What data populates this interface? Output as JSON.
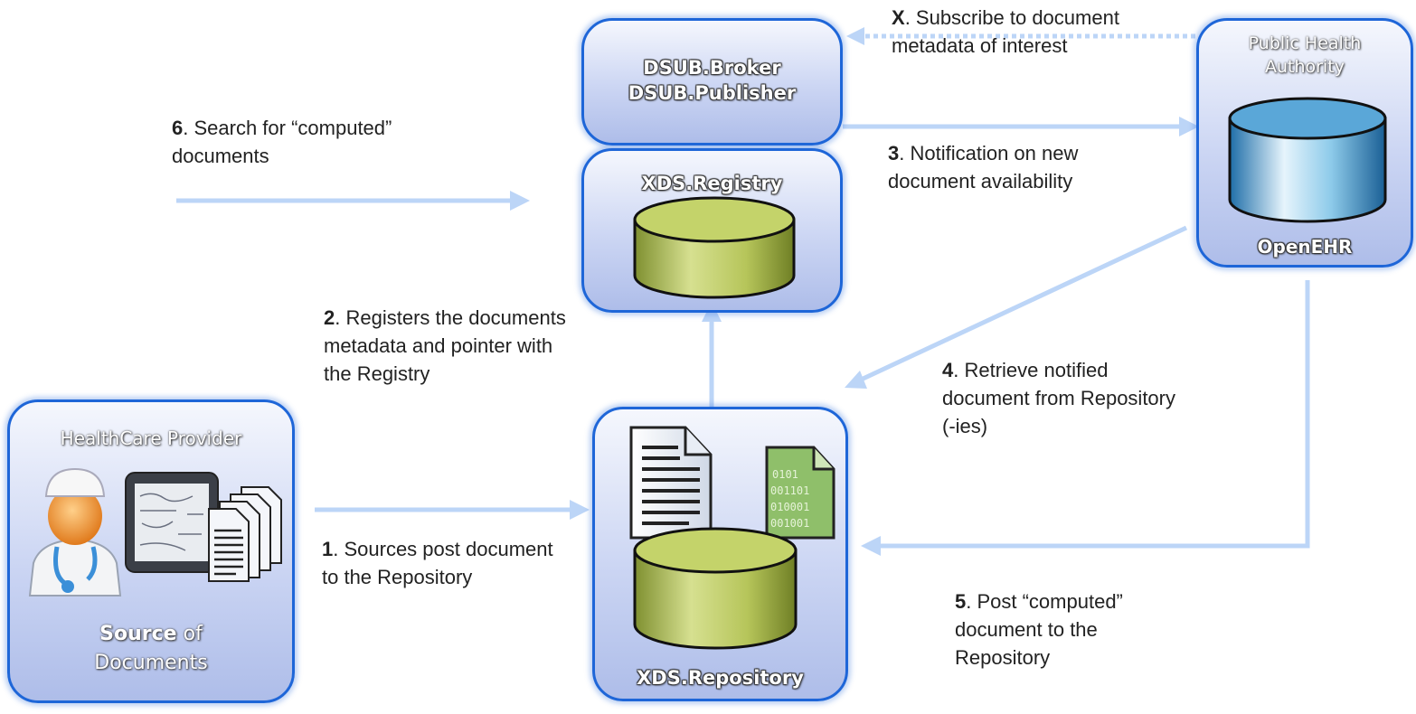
{
  "colors": {
    "arrow": "#bcd5f7",
    "box_border": "#1e66d8",
    "cylinder_green": "#c4d36a",
    "cylinder_blue": "#5aa7d8"
  },
  "nodes": {
    "dsub": {
      "line1": "DSUB.Broker",
      "line2": "DSUB.Publisher"
    },
    "registry": {
      "title": "XDS.Registry"
    },
    "repository": {
      "title": "XDS.Repository"
    },
    "pha": {
      "line1": "Public Health",
      "line2": "Authority",
      "bottom": "OpenEHR"
    },
    "source": {
      "top": "HealthCare Provider",
      "bold": "Source",
      "of": " of",
      "line2": "Documents"
    }
  },
  "labels": {
    "x": {
      "num": "X",
      "line1": ". Subscribe to document",
      "line2": "metadata of interest"
    },
    "s3": {
      "num": "3",
      "line1": ". Notification on new",
      "line2": "document availability"
    },
    "s6": {
      "num": "6",
      "line1": ". Search for “computed”",
      "line2": "documents"
    },
    "s2": {
      "num": "2",
      "line1": ". Registers the documents",
      "line2": "metadata and pointer with",
      "line3": "the Registry"
    },
    "s4": {
      "num": "4",
      "line1": ". Retrieve notified",
      "line2": "document from Repository",
      "line3": "(-ies)"
    },
    "s1": {
      "num": "1",
      "line1": ". Sources post document",
      "line2": "to the Repository"
    },
    "s5": {
      "num": "5",
      "line1": ". Post “computed”",
      "line2": "document to the",
      "line3": "Repository"
    }
  },
  "icons": {
    "binary_doc_text": [
      "0101",
      "001101",
      "010001",
      "001001"
    ]
  }
}
